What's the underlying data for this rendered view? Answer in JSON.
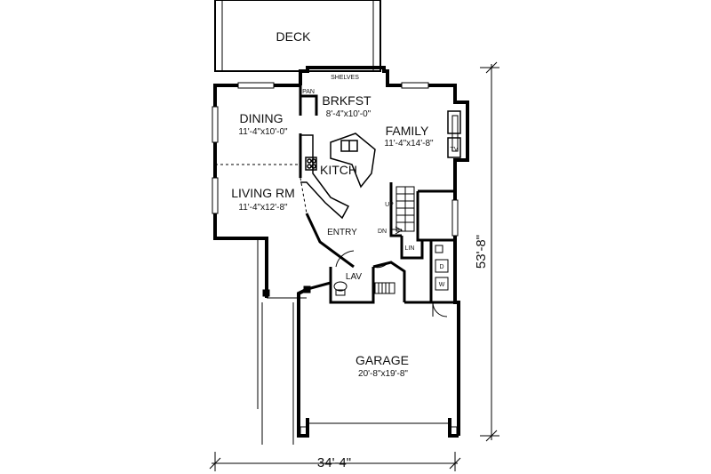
{
  "rooms": {
    "deck": {
      "name": "DECK"
    },
    "shelves": {
      "name": "SHELVES"
    },
    "pantry": {
      "name": "PAN"
    },
    "breakfast": {
      "name": "BRKFST",
      "size": "8'-4\"x10'-0\""
    },
    "dining": {
      "name": "DINING",
      "size": "11'-4\"x10'-0\""
    },
    "family": {
      "name": "FAMILY",
      "size": "11'-4\"x14'-8\""
    },
    "kitchen": {
      "name": "KITCH"
    },
    "living": {
      "name": "LIVING RM",
      "size": "11'-4\"x12'-8\""
    },
    "entry": {
      "name": "ENTRY"
    },
    "tv": {
      "name": "TV"
    },
    "up": {
      "name": "UP"
    },
    "down": {
      "name": "DN"
    },
    "linen": {
      "name": "LIN"
    },
    "lavatory": {
      "name": "LAV"
    },
    "dryer": {
      "name": "D"
    },
    "washer": {
      "name": "W"
    },
    "garage": {
      "name": "GARAGE",
      "size": "20'-8\"x19'-8\""
    }
  },
  "dimensions": {
    "width": "34'-4\"",
    "depth": "53'-8\""
  },
  "colors": {
    "wall": "#000000",
    "background": "#ffffff"
  }
}
